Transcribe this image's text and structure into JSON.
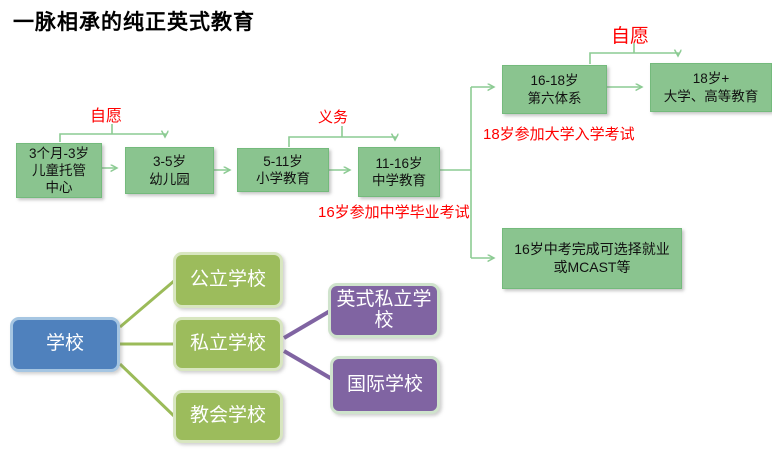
{
  "title": "一脉相承的纯正英式教育",
  "flowchart": {
    "stages": {
      "nursery": "3个月-3岁\n儿童托管\n中心",
      "kindergarten": "3-5岁\n幼儿园",
      "primary": "5-11岁\n小学教育",
      "secondary": "11-16岁\n中学教育",
      "sixth_form": "16-18岁\n第六体系",
      "higher": "18岁+\n大学、高等教育",
      "mcast": "16岁中考完成可选择就业\n或MCAST等"
    },
    "labels": {
      "voluntary_left": "自愿",
      "compulsory": "义务",
      "voluntary_right": "自愿",
      "university_exam": "18岁参加大学入学考试",
      "secondary_exam": "16岁参加中学毕业考试"
    }
  },
  "school_tree": {
    "root": "学校",
    "public": "公立学校",
    "private": "私立学校",
    "church": "教会学校",
    "british_private": "英式私立学\n校",
    "international": "国际学校"
  },
  "colors": {
    "flow_box_green": "#8ac48f",
    "flow_line_green": "#8ccb93",
    "label_red": "#ff0000",
    "tree_root_blue": "#4f81bd",
    "tree_branch_green": "#9bbb59",
    "tree_leaf_purple": "#8064a2"
  }
}
